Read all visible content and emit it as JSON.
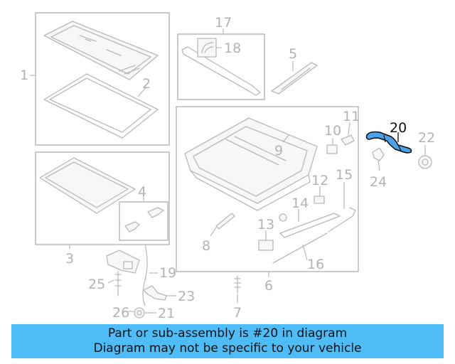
{
  "callouts": {
    "c1": "1",
    "c2": "2",
    "c3": "3",
    "c4": "4",
    "c5": "5",
    "c6": "6",
    "c7": "7",
    "c8": "8",
    "c9": "9",
    "c10": "10",
    "c11": "11",
    "c12": "12",
    "c13": "13",
    "c14": "14",
    "c15": "15",
    "c16": "16",
    "c17": "17",
    "c18": "18",
    "c19": "19",
    "c20": "20",
    "c21": "21",
    "c22": "22",
    "c23": "23",
    "c24": "24",
    "c25": "25",
    "c26": "26"
  },
  "highlighted_part": "20",
  "banner": {
    "line1": "Part or sub-assembly is #20 in diagram",
    "line2": "Diagram may not be specific to your vehicle"
  },
  "colors": {
    "banner_bg": "#4dbcf7",
    "highlight": "#4aa3e8",
    "line_gray": "#b9b9b9"
  }
}
